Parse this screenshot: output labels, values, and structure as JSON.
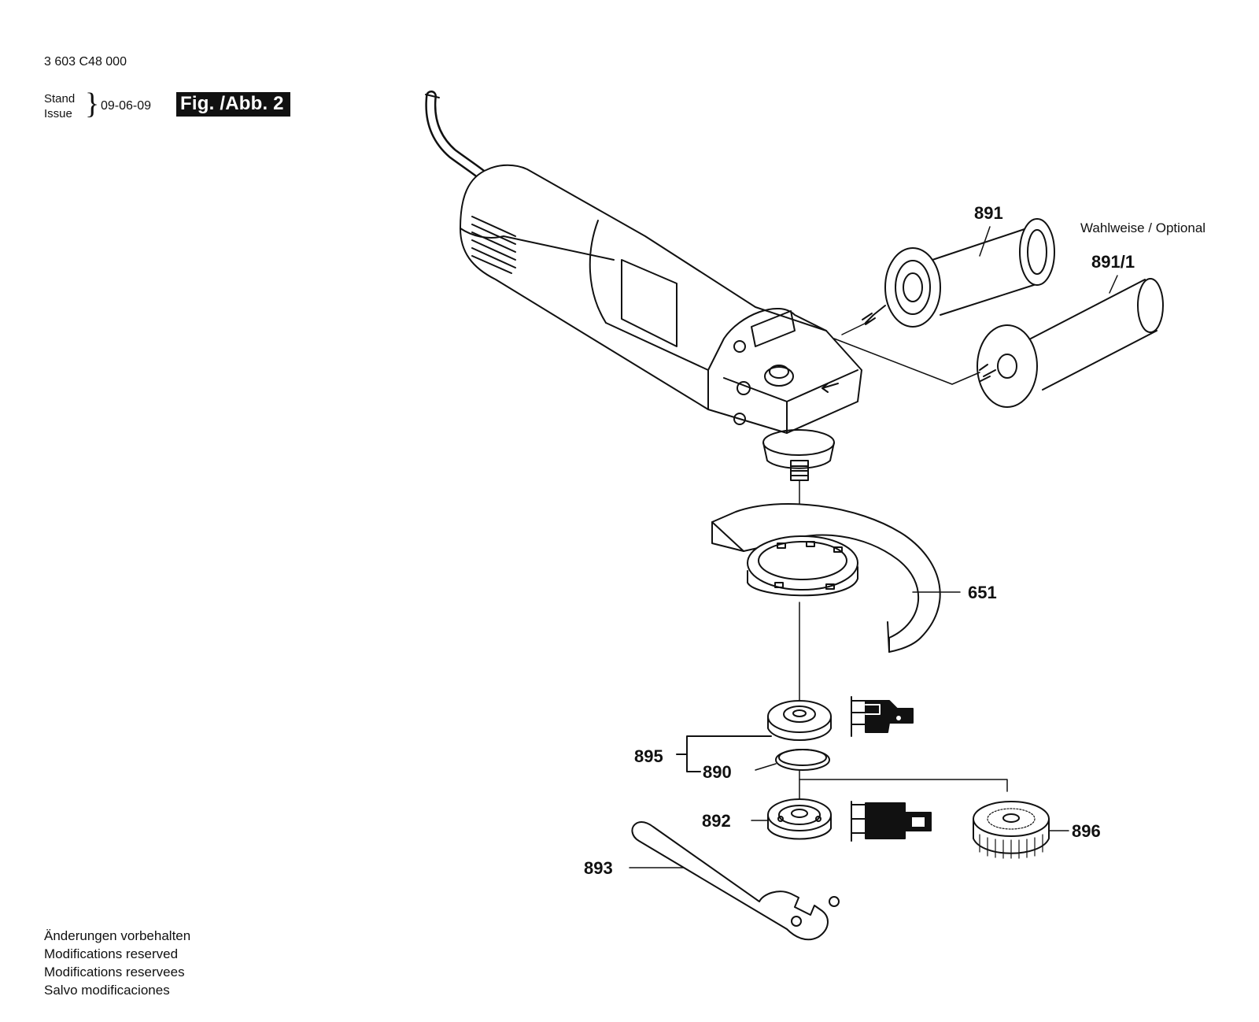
{
  "header": {
    "doc_number": "3 603 C48 000",
    "stand_label": "Stand",
    "issue_label": "Issue",
    "issue_date": "09-06-09",
    "figure_badge": "Fig. /Abb. 2"
  },
  "parts": {
    "p891": "891",
    "p891_1": "891/1",
    "optional_note": "Wahlweise / Optional",
    "p651": "651",
    "p895": "895",
    "p890": "890",
    "p892": "892",
    "p896": "896",
    "p893": "893"
  },
  "footer": {
    "line1": "Änderungen vorbehalten",
    "line2": "Modifications reserved",
    "line3": "Modifications reservees",
    "line4": "Salvo modificaciones"
  },
  "colors": {
    "ink": "#111111",
    "paper": "#ffffff",
    "shade": "#d4d4d4"
  }
}
